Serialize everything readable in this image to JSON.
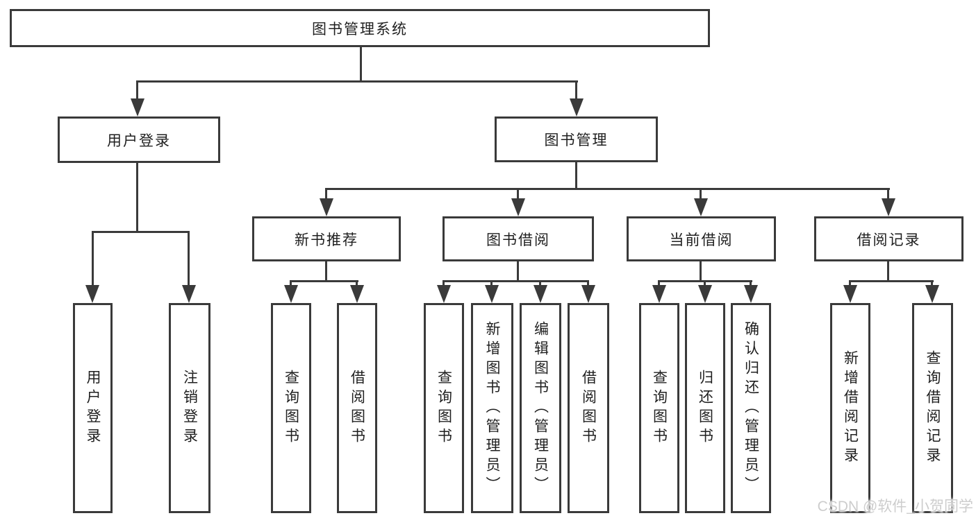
{
  "colors": {
    "line": "#3a3a3a",
    "text": "#1f1f1f",
    "background": "#ffffff",
    "watermark": "#cdcdcd"
  },
  "watermark": "CSDN @软件_小贺同学",
  "nodes": {
    "root": "图书管理系统",
    "user_login": "用户登录",
    "book_mgmt": "图书管理",
    "new_book_rec": "新书推荐",
    "book_borrow": "图书借阅",
    "current_borrow": "当前借阅",
    "borrow_record": "借阅记录",
    "leaf_user_login": "用户登录",
    "leaf_logout": "注销登录",
    "leaf_query_book_1": "查询图书",
    "leaf_borrow_book_1": "借阅图书",
    "leaf_query_book_2": "查询图书",
    "leaf_add_book": "新增图书（管理员）",
    "leaf_edit_book": "编辑图书（管理员）",
    "leaf_borrow_book_2": "借阅图书",
    "leaf_query_book_3": "查询图书",
    "leaf_return_book": "归还图书",
    "leaf_confirm_return": "确认归还（管理员）",
    "leaf_add_record": "新增借阅记录",
    "leaf_query_record": "查询借阅记录"
  },
  "hierarchy": {
    "图书管理系统": {
      "用户登录": [
        "用户登录",
        "注销登录"
      ],
      "图书管理": {
        "新书推荐": [
          "查询图书",
          "借阅图书"
        ],
        "图书借阅": [
          "查询图书",
          "新增图书（管理员）",
          "编辑图书（管理员）",
          "借阅图书"
        ],
        "当前借阅": [
          "查询图书",
          "归还图书",
          "确认归还（管理员）"
        ],
        "借阅记录": [
          "新增借阅记录",
          "查询借阅记录"
        ]
      }
    }
  }
}
